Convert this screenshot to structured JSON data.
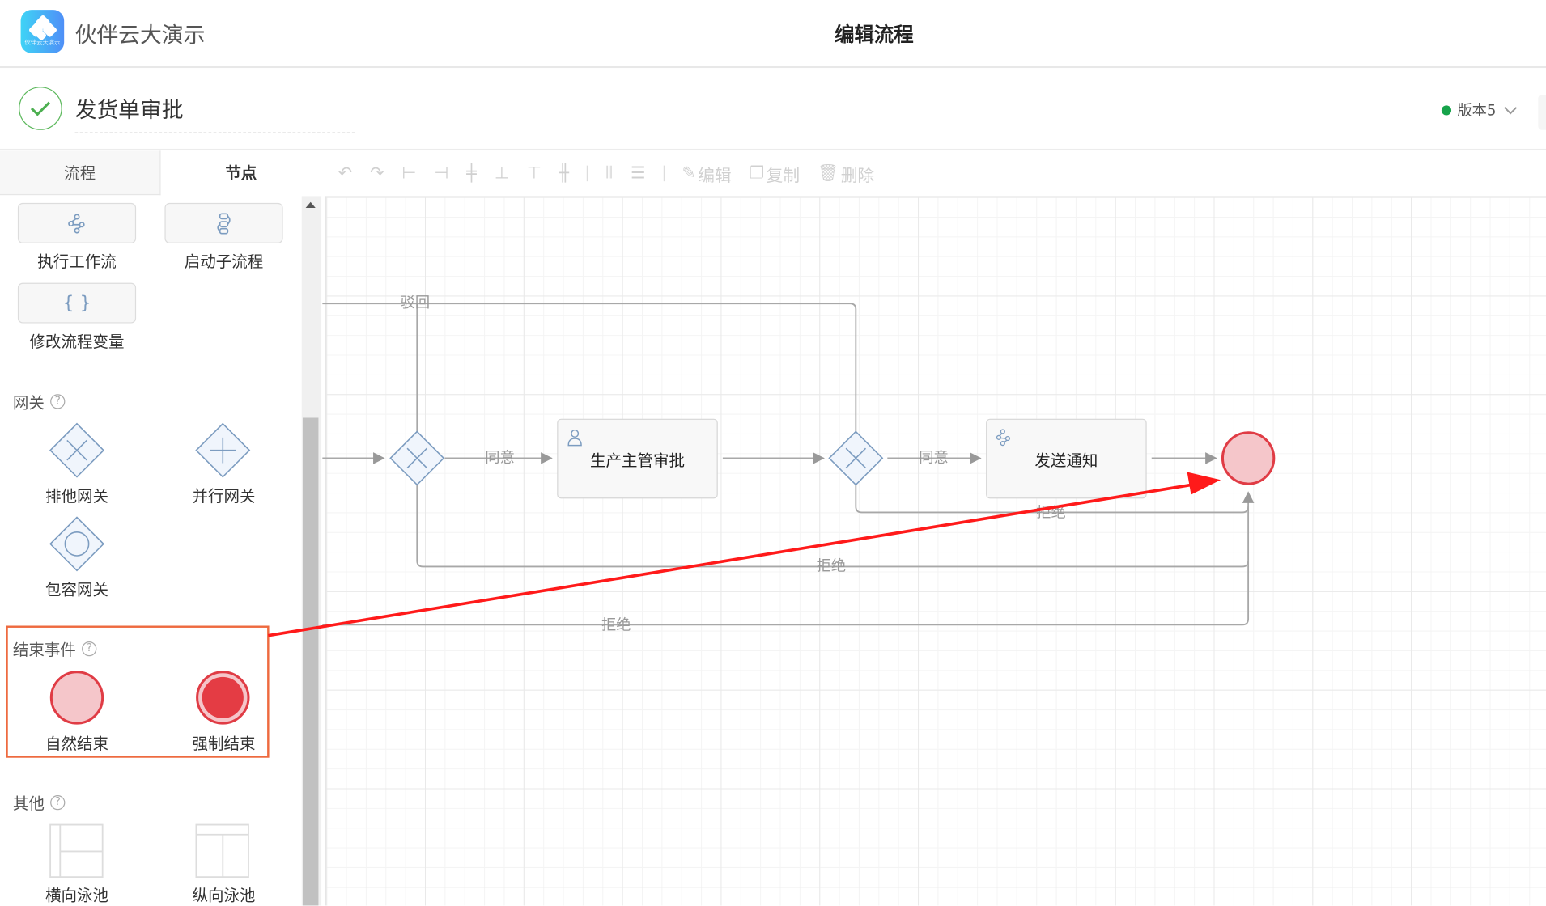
{
  "app": {
    "name": "伙伴云大演示",
    "logo_text": "伙伴云大演示",
    "page_title": "编辑流程"
  },
  "process": {
    "name": "发货单审批",
    "version": "版本5"
  },
  "tabs": [
    "流程",
    "节点"
  ],
  "toolbar": {
    "edit": "编辑",
    "copy": "复制",
    "delete": "删除"
  },
  "sidebar": {
    "actions": [
      "执行工作流",
      "启动子流程",
      "修改流程变量"
    ],
    "gateway_title": "网关",
    "gateways": [
      "排他网关",
      "并行网关",
      "包容网关"
    ],
    "end_title": "结束事件",
    "ends": [
      "自然结束",
      "强制结束"
    ],
    "other_title": "其他",
    "others": [
      "横向泳池",
      "纵向泳池"
    ],
    "help": "?"
  },
  "diagram": {
    "tasks": [
      "生产主管审批",
      "发送通知"
    ],
    "labels": {
      "reject_back": "驳回",
      "agree1": "同意",
      "agree2": "同意",
      "refuse1": "拒绝",
      "refuse2": "拒绝",
      "refuse3": "拒绝"
    }
  },
  "colors": {
    "end_fill": "#f5c6ca",
    "end_stroke": "#e03c45",
    "force_fill": "#e43c44",
    "annotation": "#ee6a3f",
    "arrow": "#ff1a1a",
    "gateway": "#7c9cc0"
  }
}
